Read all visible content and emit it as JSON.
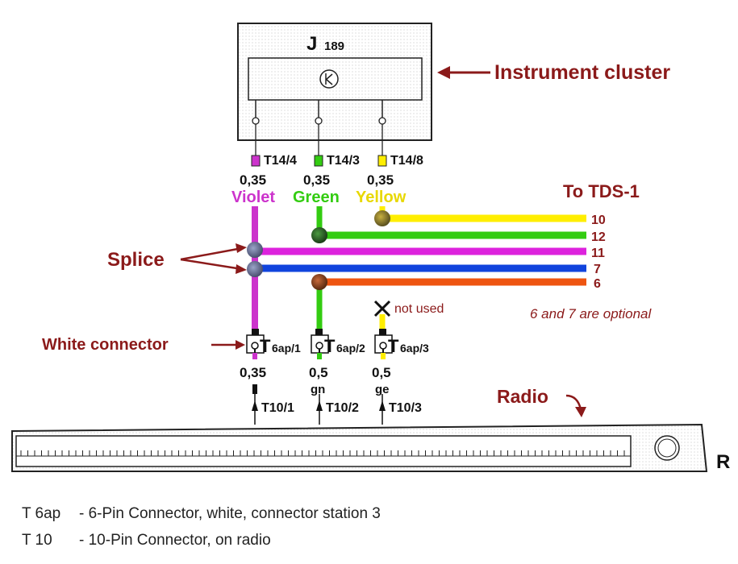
{
  "cluster": {
    "code": "J",
    "subscript": "189",
    "label": "Instrument cluster"
  },
  "top_pins": [
    {
      "pin": "T14/4",
      "size": "0,35",
      "color_name": "Violet",
      "hex": "#cc33cc"
    },
    {
      "pin": "T14/3",
      "size": "0,35",
      "color_name": "Green",
      "hex": "#33cc11"
    },
    {
      "pin": "T14/8",
      "size": "0,35",
      "color_name": "Yellow",
      "hex": "#ffee00"
    }
  ],
  "tds": {
    "label": "To TDS-1",
    "wires": [
      {
        "num": "10",
        "hex": "#ffee00"
      },
      {
        "num": "12",
        "hex": "#33cc11"
      },
      {
        "num": "11",
        "hex": "#dd22dd"
      },
      {
        "num": "7",
        "hex": "#1144dd"
      },
      {
        "num": "6",
        "hex": "#ee5511"
      }
    ],
    "optional_note": "6 and 7 are optional"
  },
  "splice_label": "Splice",
  "not_used_label": "not used",
  "white_connector": {
    "label": "White connector",
    "prefix": "T",
    "pins": [
      "6ap/1",
      "6ap/2",
      "6ap/3"
    ]
  },
  "bottom_pins": [
    {
      "size": "0,35",
      "code": "",
      "pin": "T10/1"
    },
    {
      "size": "0,5",
      "code": "gn",
      "pin": "T10/2"
    },
    {
      "size": "0,5",
      "code": "ge",
      "pin": "T10/3"
    }
  ],
  "radio": {
    "label": "Radio",
    "letter": "R"
  },
  "legend": [
    {
      "code": "T 6ap",
      "text": "- 6-Pin Connector, white, connector station 3"
    },
    {
      "code": "T 10",
      "text": "- 10-Pin Connector, on radio"
    }
  ],
  "colors": {
    "accent": "#8b1a1a",
    "outline": "#222222"
  }
}
